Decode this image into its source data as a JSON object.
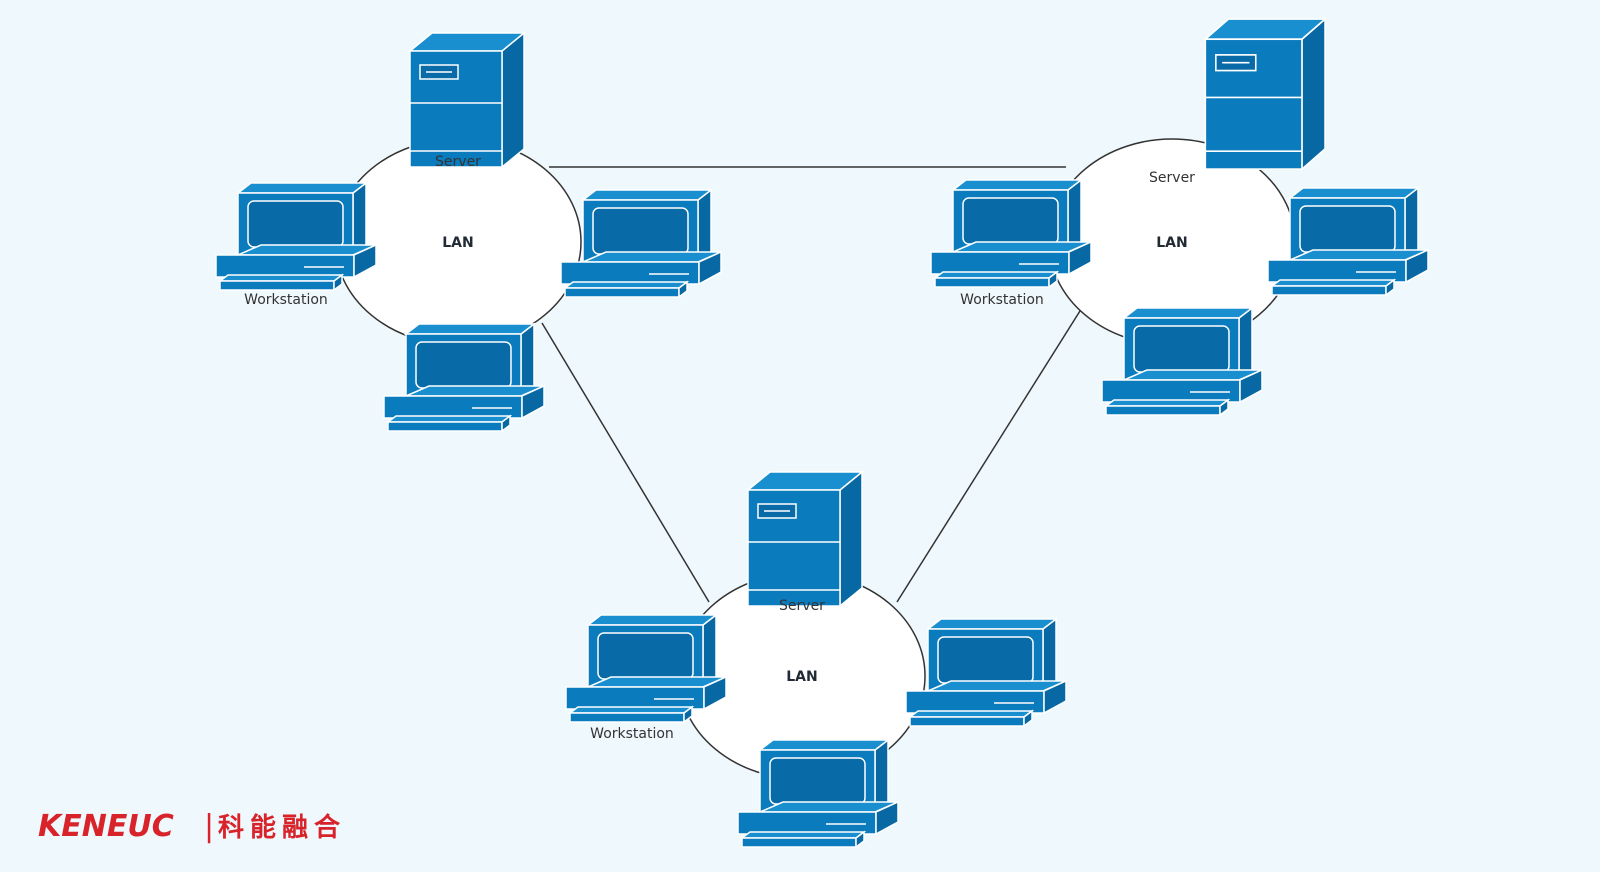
{
  "colors": {
    "background": "#eef8fd",
    "device_fill": "#0a7bbd",
    "device_side": "#0868a3",
    "device_top": "#1a8fd0",
    "screen_fill": "#086aa6",
    "outline": "#ffffff",
    "link_line": "#333333",
    "ring_fill": "#ffffff",
    "logo": "#d8232a"
  },
  "clusters": [
    {
      "id": "lan-top-left",
      "lan_label": "LAN",
      "server_label": "Server",
      "workstation_label": "Workstation"
    },
    {
      "id": "lan-top-right",
      "lan_label": "LAN",
      "server_label": "Server",
      "workstation_label": "Workstation"
    },
    {
      "id": "lan-bottom",
      "lan_label": "LAN",
      "server_label": "Server",
      "workstation_label": "Workstation"
    }
  ],
  "links": [
    {
      "from": "lan-top-left",
      "to": "lan-top-right"
    },
    {
      "from": "lan-top-left",
      "to": "lan-bottom"
    },
    {
      "from": "lan-top-right",
      "to": "lan-bottom"
    }
  ],
  "logo": {
    "brand": "KENEUC",
    "chinese": "科能融合",
    "separator": "|"
  }
}
